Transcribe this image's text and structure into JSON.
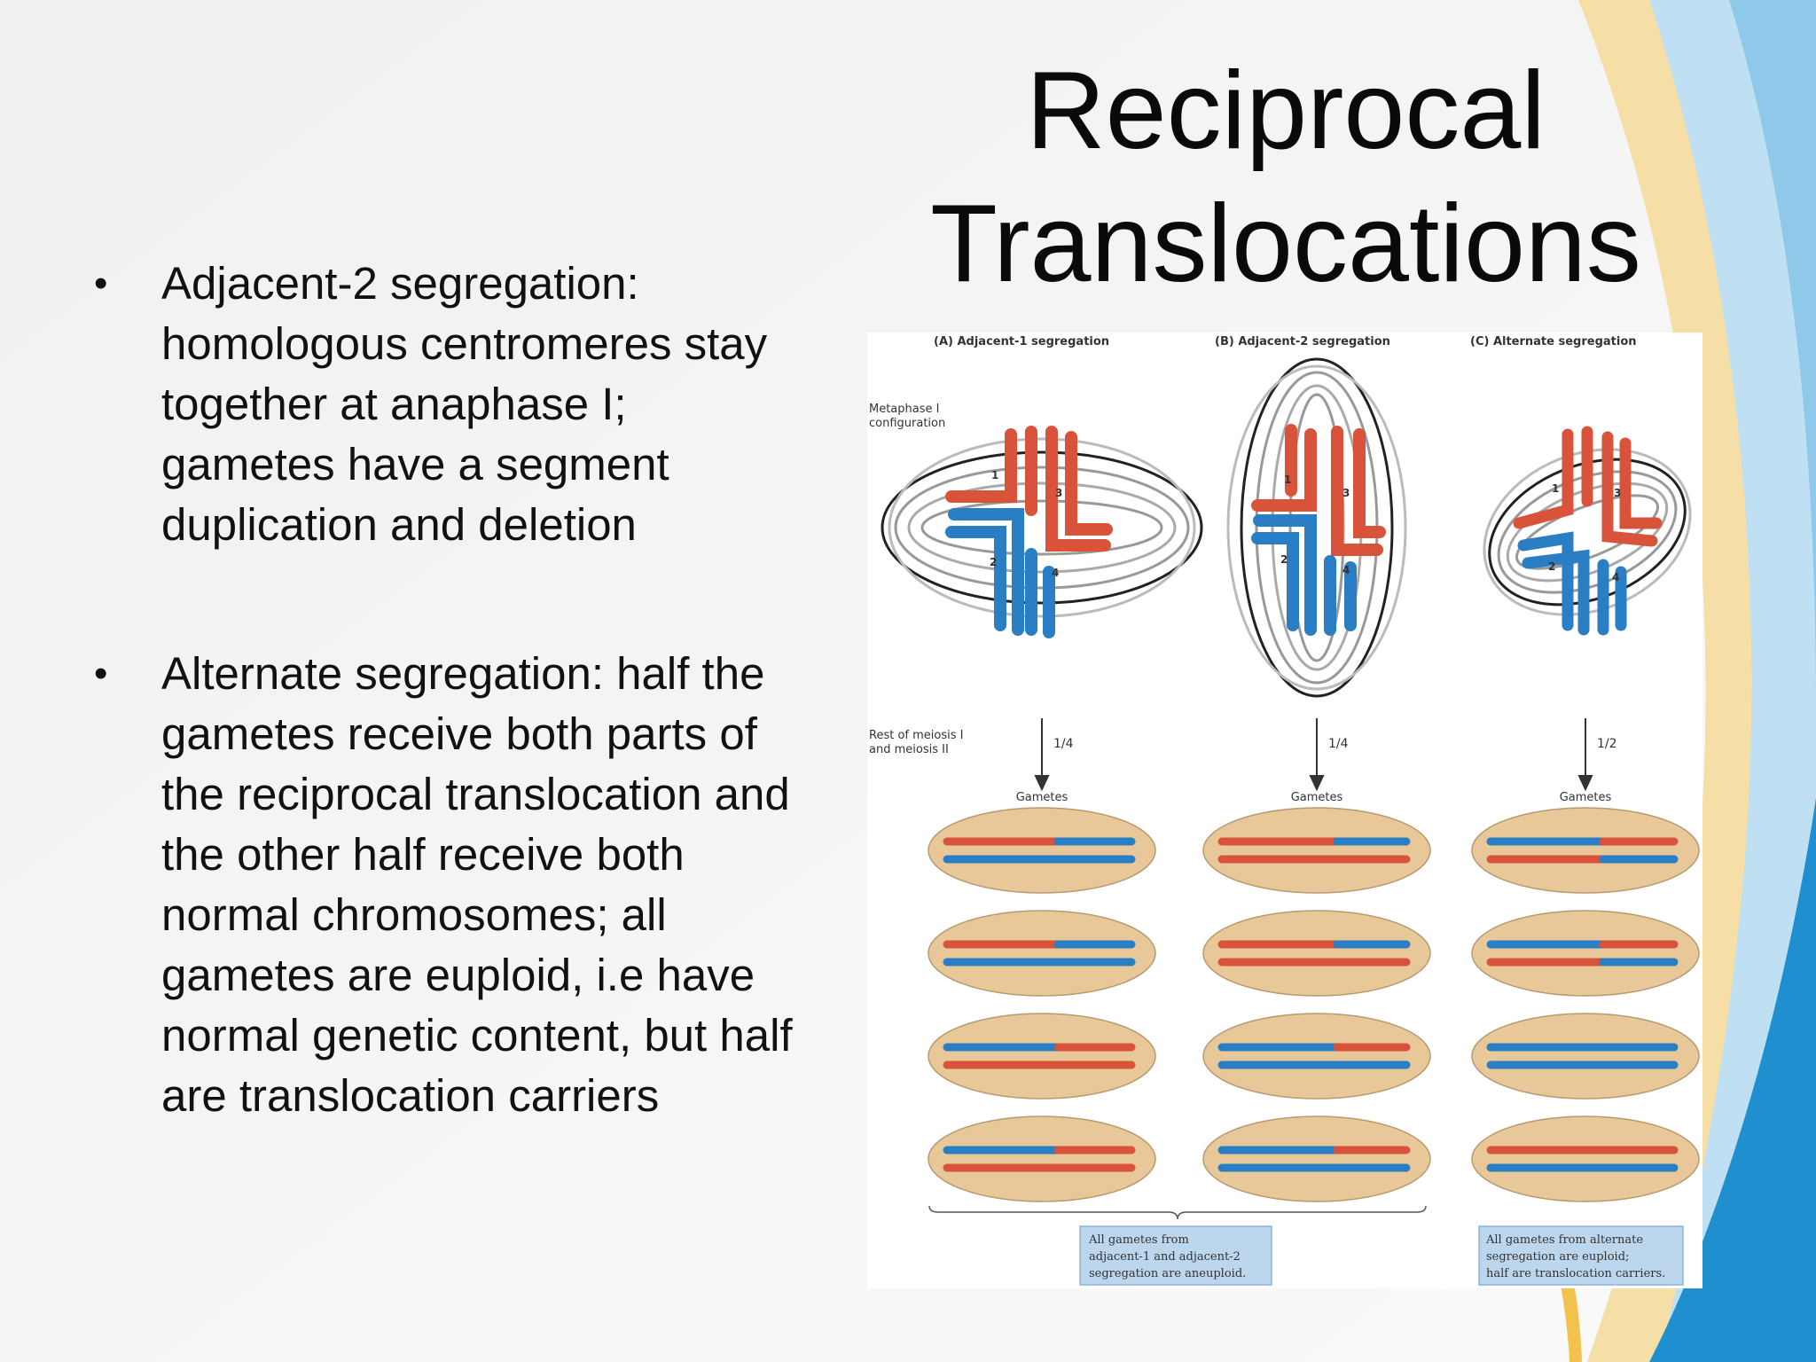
{
  "slide": {
    "title_line1": "Reciprocal",
    "title_line2": "Translocations",
    "bullets": [
      "Adjacent-2 segregation: homologous centromeres stay together at anaphase I; gametes have a segment duplication and deletion",
      "Alternate segregation: half the gametes receive both parts of the reciprocal translocation and the other half receive both normal chromosomes; all gametes are euploid, i.e have normal genetic content, but half are translocation carriers"
    ],
    "bullet_glyph": "•"
  },
  "figure": {
    "panels": [
      {
        "label": "(A)  Adjacent-1 segregation",
        "fraction": "1/4",
        "gametes_label": "Gametes"
      },
      {
        "label": "(B)  Adjacent-2 segregation",
        "fraction": "1/4",
        "gametes_label": "Gametes"
      },
      {
        "label": "(C)  Alternate segregation",
        "fraction": "1/2",
        "gametes_label": "Gametes"
      }
    ],
    "row_label_1": [
      "Metaphase I",
      "configuration"
    ],
    "row_label_2": [
      "Rest of meiosis I",
      "and meiosis II"
    ],
    "chromosome_numbers": [
      "1",
      "2",
      "3",
      "4"
    ],
    "note_left": [
      "All gametes from",
      "adjacent-1 and adjacent-2",
      "segregation are aneuploid."
    ],
    "note_right": [
      "All gametes from alternate",
      "segregation are euploid;",
      "half are translocation carriers."
    ],
    "colors": {
      "red": "#d9533a",
      "blue": "#2a7fc4",
      "cell": "#e8c898",
      "note_bg": "#bcd6ee"
    }
  }
}
